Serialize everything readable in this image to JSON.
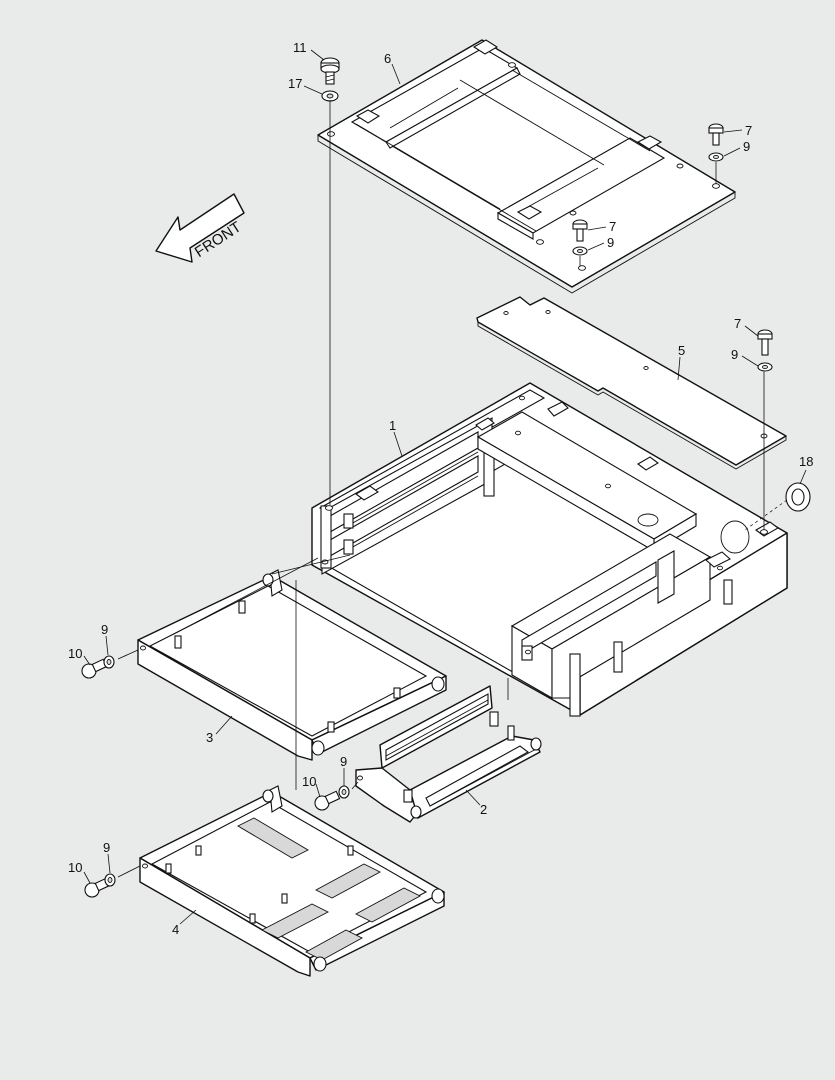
{
  "diagram": {
    "front_label": "FRONT",
    "callouts": [
      {
        "id": "c11a",
        "label": "11"
      },
      {
        "id": "c6",
        "label": "6"
      },
      {
        "id": "c17",
        "label": "17"
      },
      {
        "id": "c7a",
        "label": "7"
      },
      {
        "id": "c9a",
        "label": "9"
      },
      {
        "id": "c7b",
        "label": "7"
      },
      {
        "id": "c9b",
        "label": "9"
      },
      {
        "id": "c7c",
        "label": "7"
      },
      {
        "id": "c9c",
        "label": "9"
      },
      {
        "id": "c5",
        "label": "5"
      },
      {
        "id": "c1",
        "label": "1"
      },
      {
        "id": "c18",
        "label": "18"
      },
      {
        "id": "c9d",
        "label": "9"
      },
      {
        "id": "c10a",
        "label": "10"
      },
      {
        "id": "c3",
        "label": "3"
      },
      {
        "id": "c9e",
        "label": "9"
      },
      {
        "id": "c10b",
        "label": "10"
      },
      {
        "id": "c2",
        "label": "2"
      },
      {
        "id": "c9f",
        "label": "9"
      },
      {
        "id": "c10c",
        "label": "10"
      },
      {
        "id": "c4",
        "label": "4"
      }
    ]
  }
}
